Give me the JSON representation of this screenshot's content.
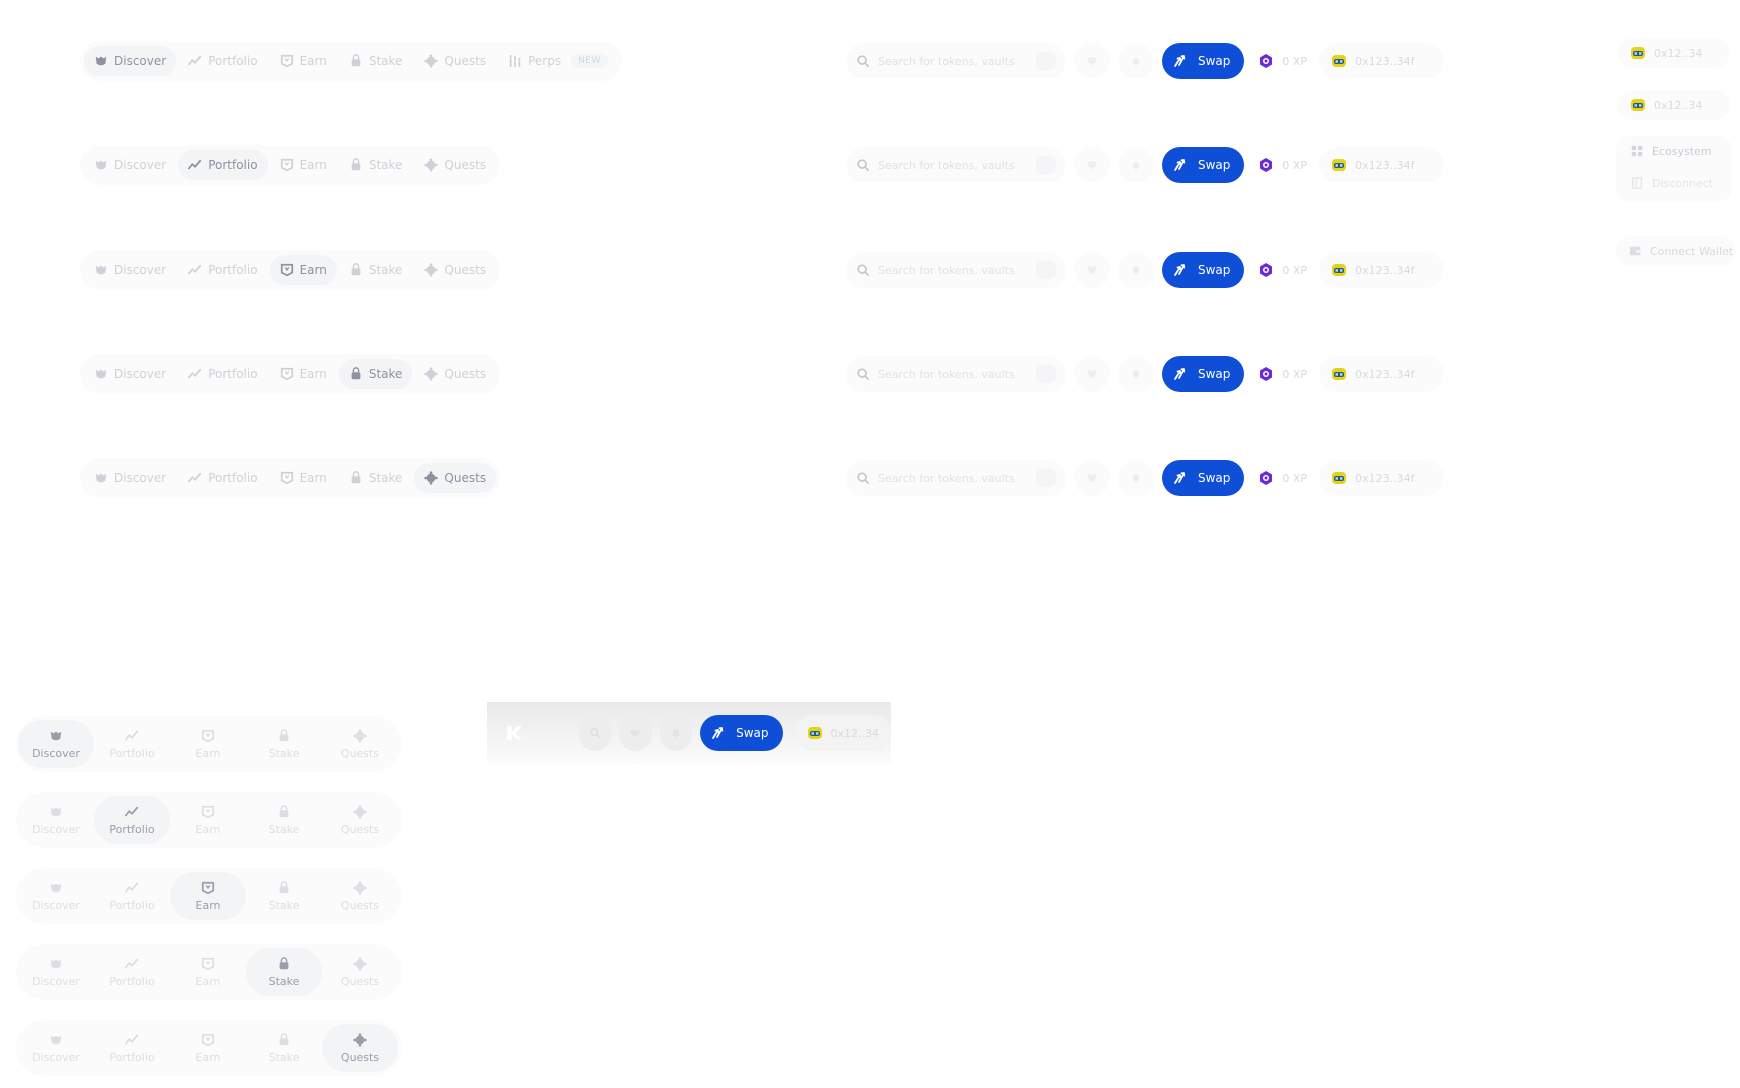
{
  "nav": {
    "tabs": [
      {
        "label": "Discover",
        "icon": "discover-icon"
      },
      {
        "label": "Portfolio",
        "icon": "portfolio-icon"
      },
      {
        "label": "Earn",
        "icon": "earn-icon"
      },
      {
        "label": "Stake",
        "icon": "stake-icon"
      },
      {
        "label": "Quests",
        "icon": "quests-icon"
      },
      {
        "label": "Perps",
        "icon": "perps-icon"
      }
    ],
    "new_badge": "NEW"
  },
  "header": {
    "search_placeholder": "Search for tokens, vaults",
    "swap_label": "Swap",
    "xp_label": "0 XP",
    "wallet_label": "0x123..34f",
    "wallet_short": "0x12..34"
  },
  "dropdown": {
    "ecosystem_label": "Ecosystem",
    "disconnect_label": "Disconnect",
    "connect_wallet_label": "Connect Wallet"
  },
  "mobile_nav": {
    "items": [
      "Discover",
      "Portfolio",
      "Earn",
      "Stake",
      "Quests"
    ]
  },
  "colors": {
    "accent": "#0f4fd8",
    "xp": "#6b2bd9"
  }
}
